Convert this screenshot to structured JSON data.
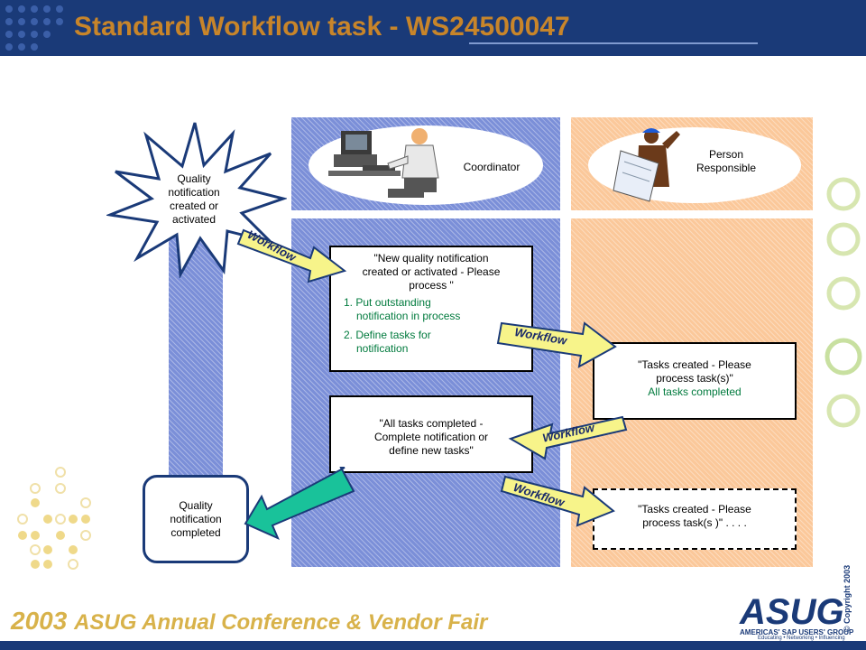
{
  "header": {
    "title": "Standard Workflow task - WS24500047"
  },
  "lanes": {
    "coordinator_label": "Coordinator",
    "person_label_line1": "Person",
    "person_label_line2": "Responsible"
  },
  "start_event": {
    "line1": "Quality",
    "line2": "notification",
    "line3": "created or",
    "line4": "activated"
  },
  "box_new_notification": {
    "line1": "\"New quality notification",
    "line2": "created or activated - Please",
    "line3": "process \"",
    "step1_line1": "1. Put outstanding",
    "step1_line2": "notification in process",
    "step2_line1": "2. Define tasks for",
    "step2_line2": "notification"
  },
  "box_tasks_created": {
    "line1": "\"Tasks created - Please",
    "line2": "process task(s)\"",
    "status": "All tasks completed"
  },
  "box_all_completed": {
    "line1": "\"All tasks completed -",
    "line2": "Complete notification or",
    "line3": "define new tasks\""
  },
  "box_tasks_created_pending": {
    "line1": "\"Tasks created - Please",
    "line2": "process task(s )\" . . . ."
  },
  "end_event": {
    "line1": "Quality",
    "line2": "notification",
    "line3": "completed"
  },
  "arrows": {
    "workflow_label": "Workflow"
  },
  "footer": {
    "year": "2003",
    "conference": "ASUG Annual Conference & Vendor Fair",
    "logo": "ASUG",
    "logo_subtitle": "AMERICAS' SAP USERS' GROUP",
    "logo_tagline": "Educating • Networking • Influencing",
    "copyright": "© Copyright 2003"
  },
  "colors": {
    "header_bg": "#1a3a78",
    "title": "#c8852a",
    "lane_blue": "#7b8fd8",
    "lane_peach": "#fbc89a",
    "arrow_yellow": "#f7f48a",
    "arrow_green": "#19c29a",
    "status_green": "#007a3d"
  }
}
